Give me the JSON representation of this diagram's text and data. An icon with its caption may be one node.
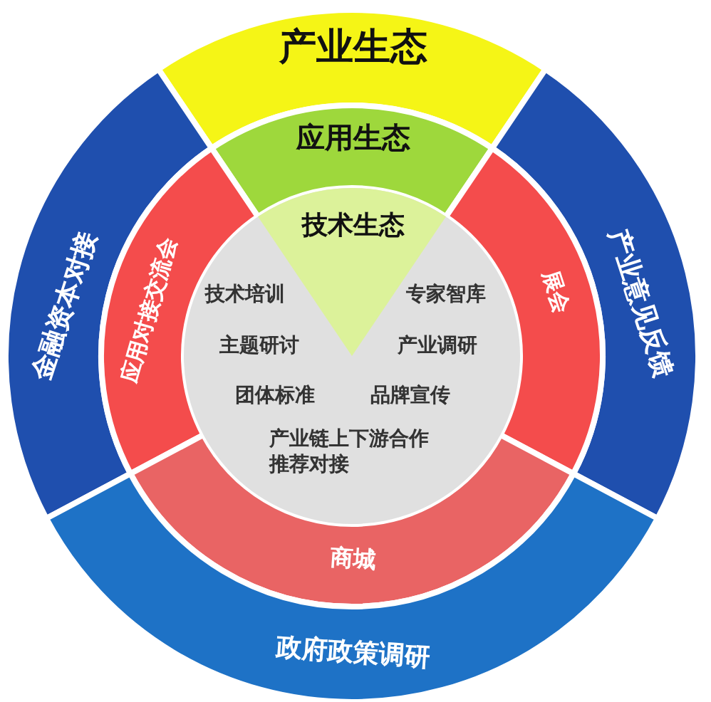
{
  "diagram": {
    "nodes": [
      {
        "text": [
          "产业生态"
        ]
      },
      {
        "text": [
          "应用生态"
        ]
      },
      {
        "text": [
          "技术培训",
          "专家智库",
          "主题研讨",
          "产业调研",
          "团体标准",
          "品牌宣传",
          "产业链上下游合作推荐对接"
        ]
      },
      {
        "text": [
          "技术生态"
        ],
        "in": 2
      },
      {
        "text": [
          "金融资本对接"
        ]
      },
      {
        "text": [
          "产业意见反馈"
        ]
      },
      {
        "text": [
          "应用对接交流会"
        ]
      },
      {
        "text": [
          "展会"
        ]
      },
      {
        "text": [
          "商城"
        ]
      },
      {
        "text": [
          "政府政策调研"
        ]
      }
    ]
  }
}
